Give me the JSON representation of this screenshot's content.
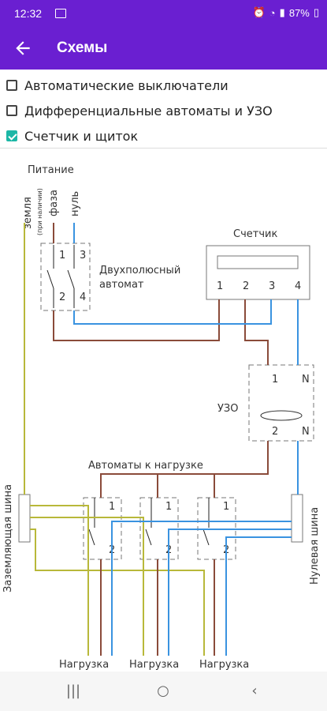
{
  "status_bar": {
    "time": "12:32",
    "battery": "87%"
  },
  "app_bar": {
    "title": "Схемы"
  },
  "filters": [
    {
      "label": "Автоматические выключатели",
      "checked": false
    },
    {
      "label": "Дифференциальные автоматы и УЗО",
      "checked": false
    },
    {
      "label": "Счетчик и щиток",
      "checked": true
    }
  ],
  "diagram": {
    "power_label": "Питание",
    "earth_label": "земля",
    "earth_note": "(при наличии)",
    "phase_label": "фаза",
    "neutral_label": "нуль",
    "breaker_label_1": "Двухполюсный",
    "breaker_label_2": "автомат",
    "meter_label": "Счетчик",
    "meter_terminals": [
      "1",
      "2",
      "3",
      "4"
    ],
    "rcd_label": "УЗО",
    "load_breakers_label": "Автоматы к нагрузке",
    "earth_bus_label": "Заземляющая шина",
    "neutral_bus_label": "Нулевая шина",
    "load_labels": [
      "Нагрузка",
      "Нагрузка",
      "Нагрузка"
    ],
    "pole_marks": {
      "one": "1",
      "two": "2",
      "three": "3",
      "four": "4",
      "n": "N"
    }
  },
  "colors": {
    "accent": "#6a1fd1",
    "checkbox": "#1cb7a6",
    "phase_wire": "#8a4b3a",
    "neutral_wire": "#3a93e0",
    "earth_wire": "#b8b83a"
  },
  "icons": [
    "back-arrow-icon",
    "recent-apps-icon",
    "home-icon",
    "back-nav-icon"
  ]
}
